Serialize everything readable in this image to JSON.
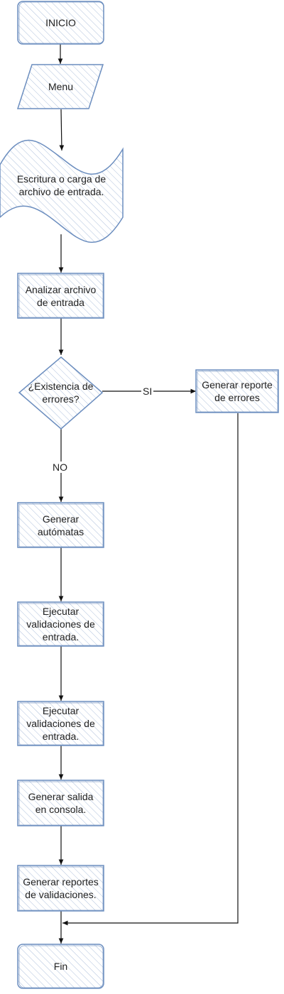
{
  "nodes": {
    "inicio": "INICIO",
    "menu": "Menu",
    "escritura": "Escritura o carga de\narchivo de entrada.",
    "analizar": "Analizar archivo\nde entrada",
    "existencia": "¿Existencia de\nerrores?",
    "reporte_errores": "Generar reporte\nde errores",
    "automatas": "Generar\nautómatas",
    "validaciones_1": "Ejecutar\nvalidaciones de\nentrada.",
    "validaciones_2": "Ejecutar\nvalidaciones de\nentrada.",
    "salida": "Generar salida\nen consola.",
    "reportes_validaciones": "Generar reportes\nde validaciones.",
    "fin": "Fin"
  },
  "edges": {
    "si": "SI",
    "no": "NO"
  },
  "colors": {
    "stroke": "#6c8ebf",
    "hatch": "#6c8ebf",
    "line": "#111111"
  }
}
